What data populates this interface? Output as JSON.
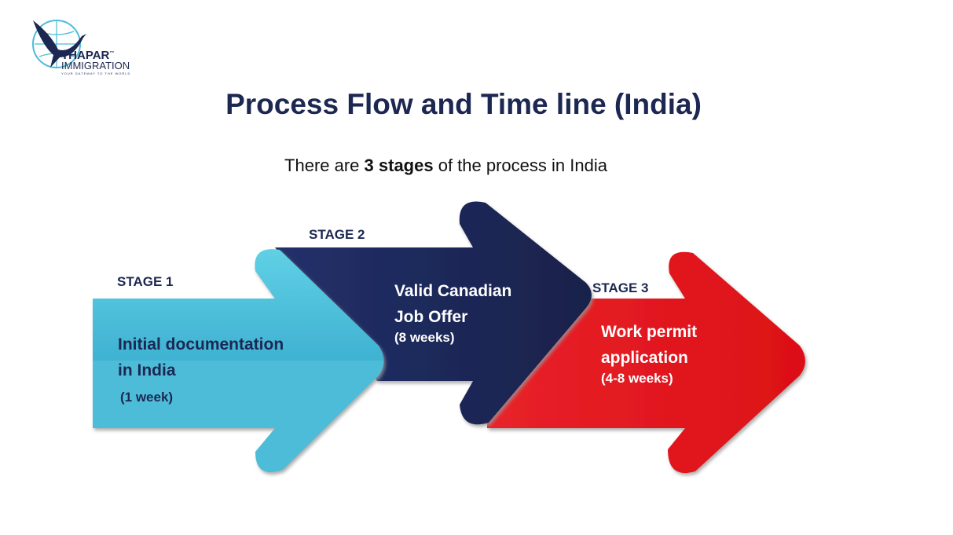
{
  "logo": {
    "brand": "THAPAR",
    "tm": "™",
    "line2": "IMMIGRATION",
    "tagline": "YOUR GATEWAY TO THE WORLD"
  },
  "title": "Process Flow and Time line (India)",
  "subtitle": {
    "pre": "There are ",
    "bold": "3 stages",
    "post": " of the process in India"
  },
  "stages": [
    {
      "label": "STAGE 1",
      "line1": "Initial documentation",
      "line2": "in India",
      "duration": "(1 week)",
      "color": "#4bbcd8"
    },
    {
      "label": "STAGE 2",
      "line1": "Valid Canadian",
      "line2": "Job Offer",
      "duration": "(8 weeks)",
      "color": "#1c2752"
    },
    {
      "label": "STAGE 3",
      "line1": "Work permit",
      "line2": "application",
      "duration": "(4-8 weeks)",
      "color": "#e3171f"
    }
  ]
}
